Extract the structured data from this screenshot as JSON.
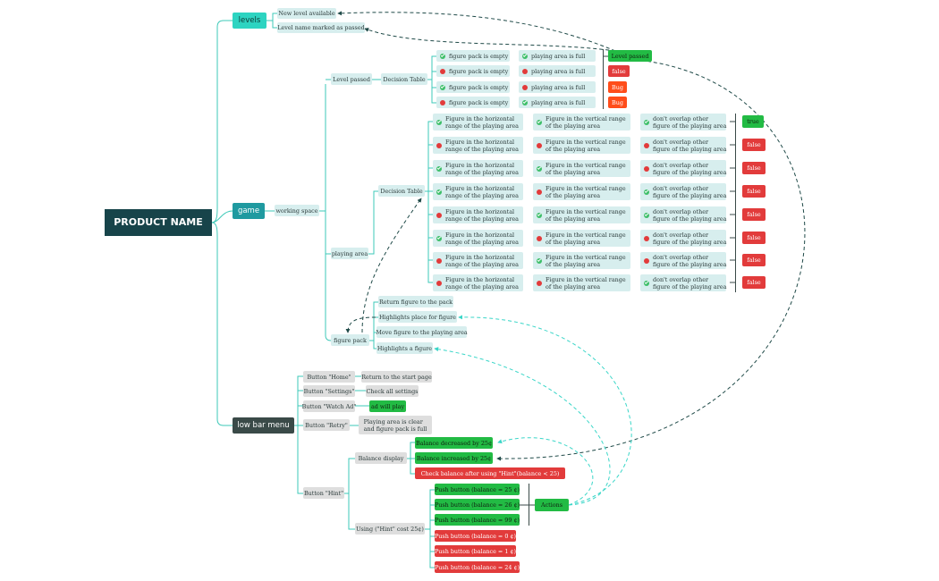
{
  "colors": {
    "line": "#3ec9b8",
    "arrow_dark": "#1f4a48",
    "arrow_cyan": "#3ad6c8",
    "root": "#17444a",
    "green": "#22bb44",
    "red": "#e23b3b",
    "orange": "#ff4d1a"
  },
  "root": "PRODUCT NAME",
  "levels": {
    "label": "levels",
    "new_level": "New level available",
    "level_passed_name": "Level name marked as passed"
  },
  "game": {
    "label": "game",
    "working_space": "working space",
    "level_passed": "Level passed",
    "decision_table_1": "Decision Table",
    "dt1_rows": [
      {
        "a": "figure pack is empty",
        "a_ok": true,
        "b": "playing area is full",
        "b_ok": true,
        "r": "Level passed",
        "r_type": "green"
      },
      {
        "a": "figure pack is empty",
        "a_ok": false,
        "b": "playing area is full",
        "b_ok": false,
        "r": "false",
        "r_type": "red"
      },
      {
        "a": "figure pack is empty",
        "a_ok": true,
        "b": "playing area is full",
        "b_ok": false,
        "r": "Bug",
        "r_type": "orange"
      },
      {
        "a": "figure pack is empty",
        "a_ok": false,
        "b": "playing area is full",
        "b_ok": true,
        "r": "Bug",
        "r_type": "orange"
      }
    ],
    "playing_area": "playing area",
    "decision_table_2": "Decision Table",
    "dt2_rows": [
      {
        "a": "Figure in the horizontal\nrange of the playing area",
        "a_ok": true,
        "b": "Figure in the vertical range\nof the playing area",
        "b_ok": true,
        "c": "don't overlap other\nfigure of the playing area",
        "c_ok": true,
        "r": "true",
        "r_type": "green"
      },
      {
        "a": "Figure in the horizontal\nrange of the playing area",
        "a_ok": false,
        "b": "Figure in the vertical range\nof the playing area",
        "b_ok": false,
        "c": "don't overlap other\nfigure of the playing area",
        "c_ok": false,
        "r": "false",
        "r_type": "red"
      },
      {
        "a": "Figure in the horizontal\nrange of the playing area",
        "a_ok": true,
        "b": "Figure in the vertical range\nof the playing area",
        "b_ok": true,
        "c": "don't overlap other\nfigure of the playing area",
        "c_ok": false,
        "r": "false",
        "r_type": "red"
      },
      {
        "a": "Figure in the horizontal\nrange of the playing area",
        "a_ok": true,
        "b": "Figure in the vertical range\nof the playing area",
        "b_ok": false,
        "c": "don't overlap other\nfigure of the playing area",
        "c_ok": true,
        "r": "false",
        "r_type": "red"
      },
      {
        "a": "Figure in the horizontal\nrange of the playing area",
        "a_ok": false,
        "b": "Figure in the vertical range\nof the playing area",
        "b_ok": true,
        "c": "don't overlap other\nfigure of the playing area",
        "c_ok": true,
        "r": "false",
        "r_type": "red"
      },
      {
        "a": "Figure in the horizontal\nrange of the playing area",
        "a_ok": true,
        "b": "Figure in the vertical range\nof the playing area",
        "b_ok": false,
        "c": "don't overlap other\nfigure of the playing area",
        "c_ok": false,
        "r": "false",
        "r_type": "red"
      },
      {
        "a": "Figure in the horizontal\nrange of the playing area",
        "a_ok": false,
        "b": "Figure in the vertical range\nof the playing area",
        "b_ok": true,
        "c": "don't overlap other\nfigure of the playing area",
        "c_ok": false,
        "r": "false",
        "r_type": "red"
      },
      {
        "a": "Figure in the horizontal\nrange of the playing area",
        "a_ok": false,
        "b": "Figure in the vertical range\nof the playing area",
        "b_ok": false,
        "c": "don't overlap other\nfigure of the playing area",
        "c_ok": true,
        "r": "false",
        "r_type": "red"
      }
    ],
    "return_figure": "Return figure to the pack",
    "highlights_place": "Highlights place for figure",
    "figure_pack": "figure pack",
    "move_figure": "Move figure to the playing area",
    "highlights_figure": "Highlights a figure"
  },
  "menu": {
    "label": "low bar menu",
    "home": "Button \"Home\"",
    "home_result": "Return to the start page",
    "settings": "Button \"Settings\"",
    "settings_result": "Check all settings",
    "watch_ad": "Button \"Watch Ad\"",
    "watch_ad_result": "ad will play",
    "retry": "Button \"Retry\"",
    "retry_result": "Playing area is clear\nand figure pack is full",
    "hint": "Button \"Hint\"",
    "balance_display": "Balance display",
    "balance_decreased": "Balance decreased by 25¢",
    "balance_increased": "Balance increased by 25¢",
    "check_balance": "Check balance after using \"Hint\"(balance < 25)",
    "using_hint": "Using (\"Hint\" cost 25¢)",
    "push_buttons": [
      {
        "label": "Push button (balance = 25 ¢)",
        "type": "green"
      },
      {
        "label": "Push button (balance = 26 ¢)",
        "type": "green"
      },
      {
        "label": "Push button (balance = 99 ¢)",
        "type": "green"
      },
      {
        "label": "Push button (balance = 0 ¢)",
        "type": "red"
      },
      {
        "label": "Push button (balance = 1 ¢)",
        "type": "red"
      },
      {
        "label": "Push button (balance = 24 ¢)",
        "type": "red"
      }
    ],
    "actions": "Actions"
  }
}
